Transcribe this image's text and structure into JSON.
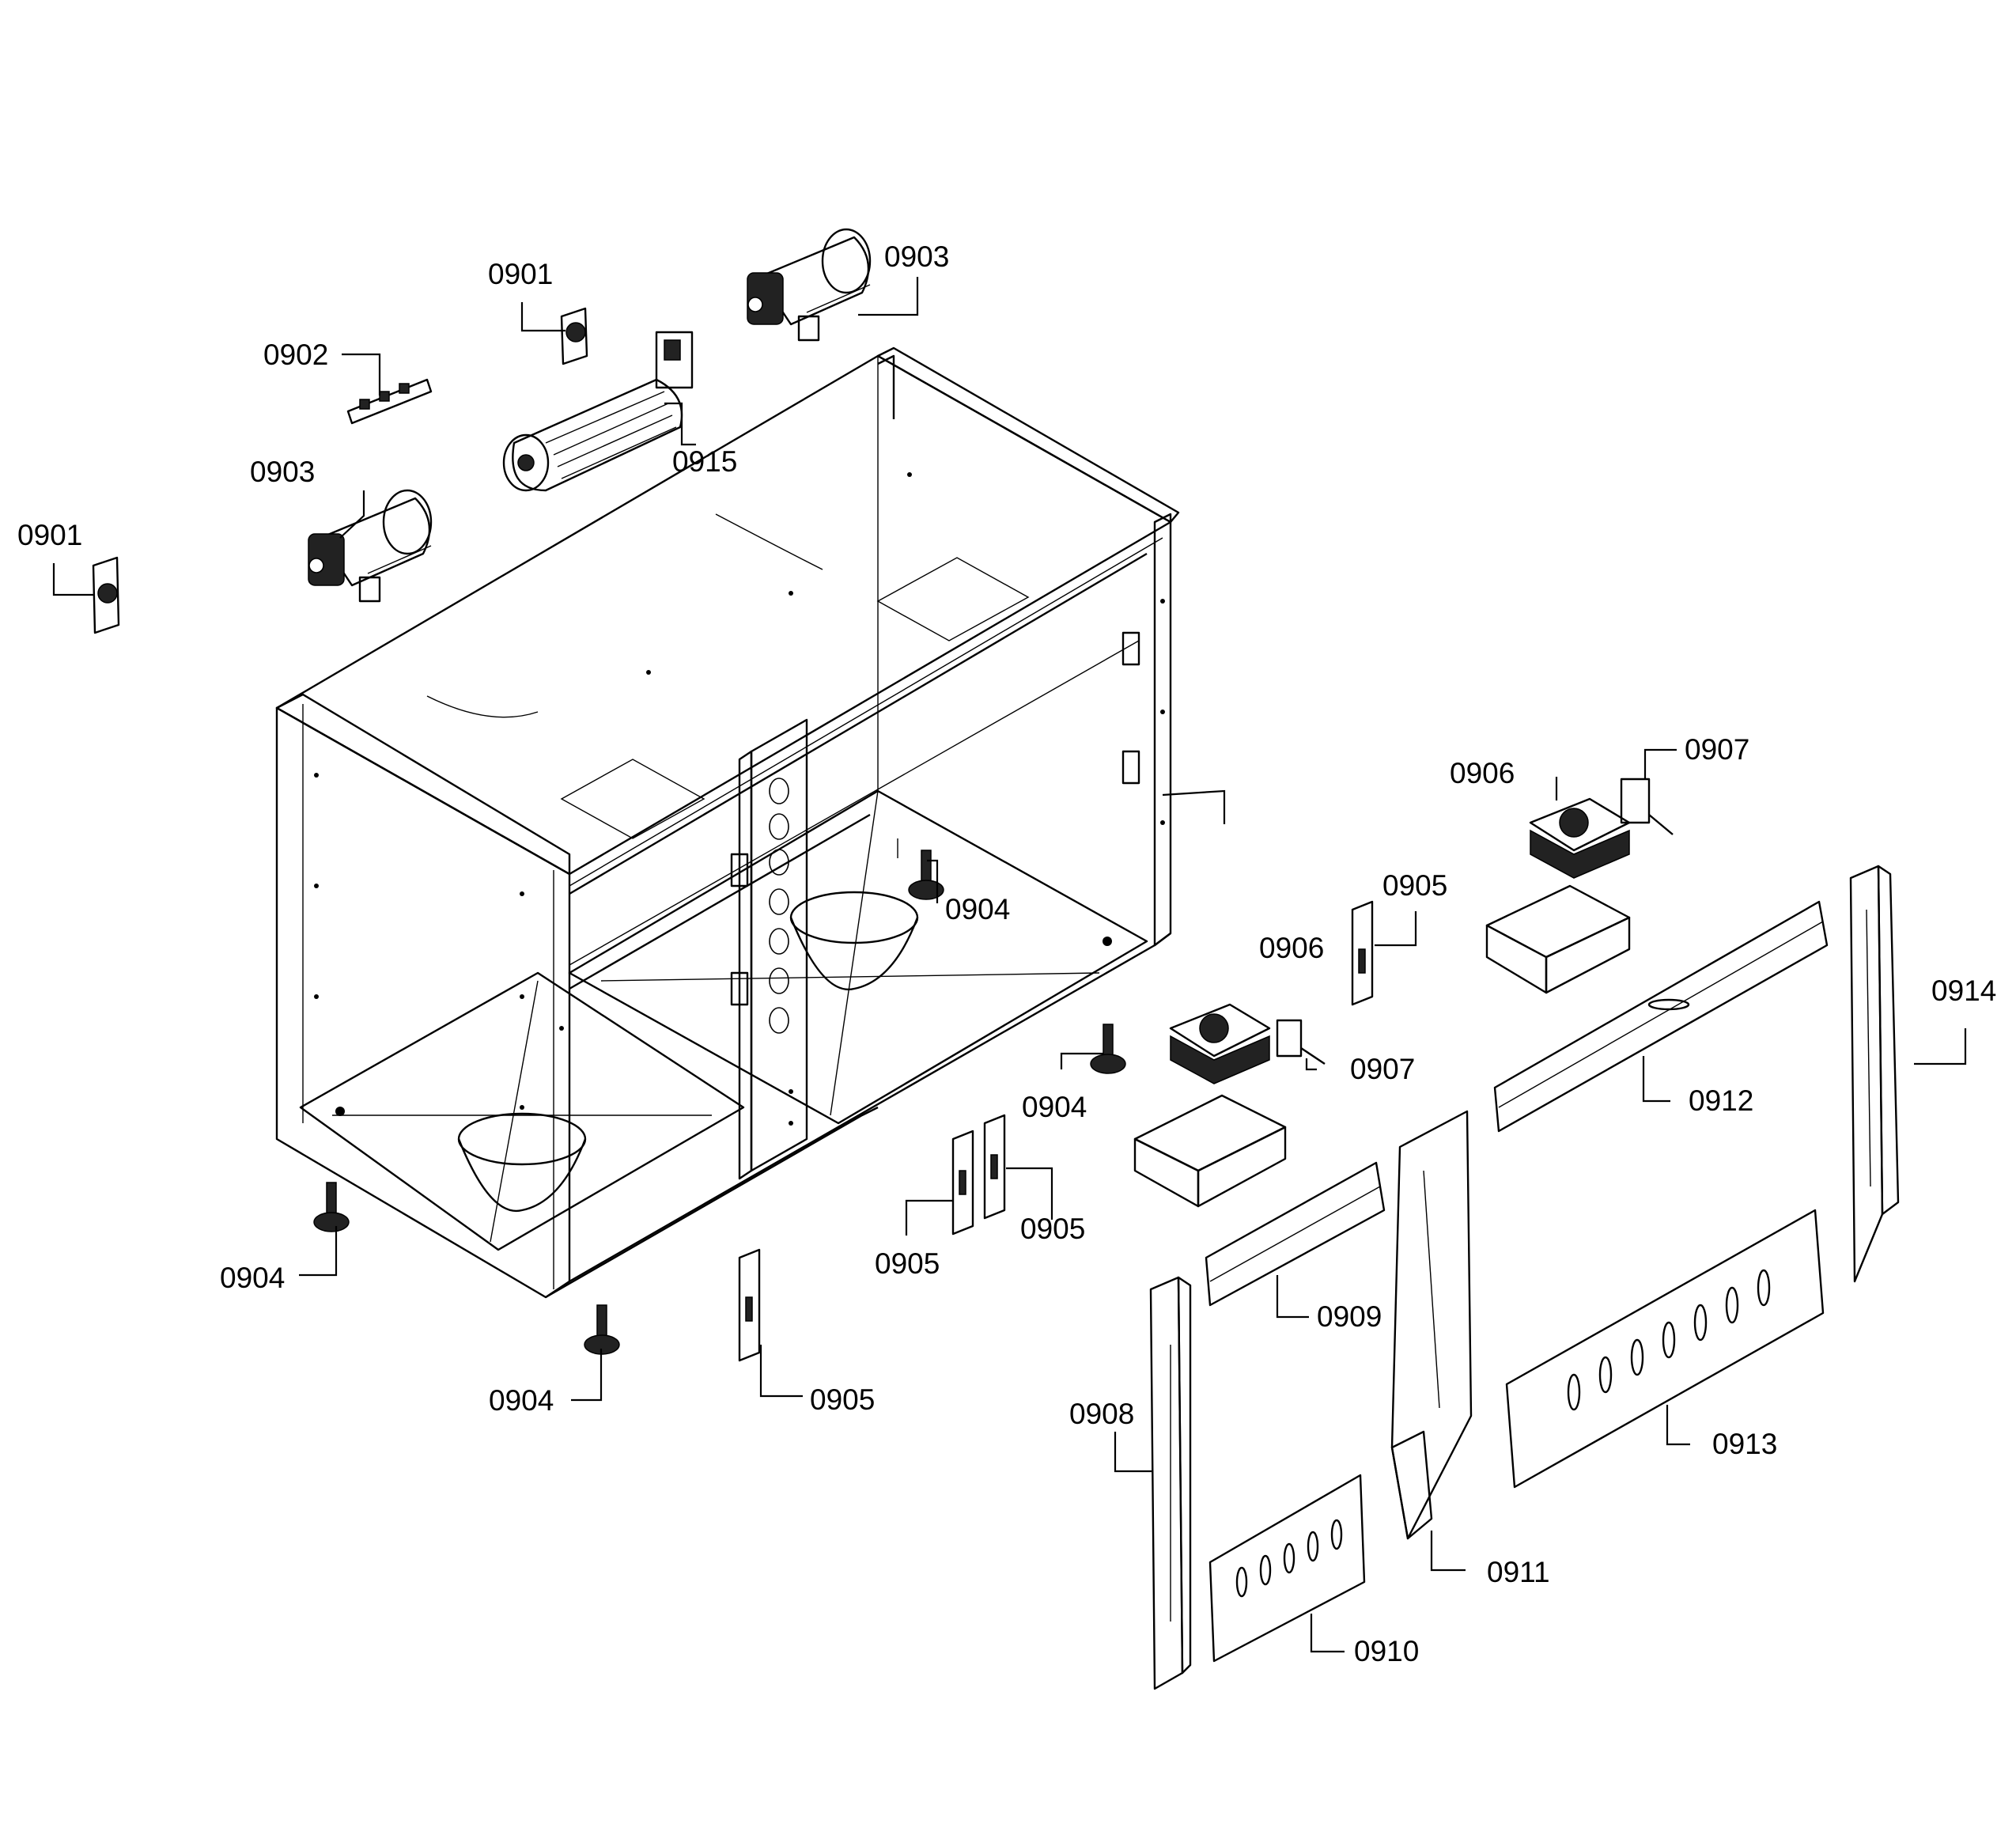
{
  "callouts": [
    {
      "id": "c1",
      "label": "0901"
    },
    {
      "id": "c2",
      "label": "0901"
    },
    {
      "id": "c3",
      "label": "0902"
    },
    {
      "id": "c4",
      "label": "0903"
    },
    {
      "id": "c5",
      "label": "0903"
    },
    {
      "id": "c6",
      "label": "0915"
    },
    {
      "id": "c7",
      "label": "0904"
    },
    {
      "id": "c8",
      "label": "0904"
    },
    {
      "id": "c9",
      "label": "0904"
    },
    {
      "id": "c10",
      "label": "0904"
    },
    {
      "id": "c11",
      "label": "0905"
    },
    {
      "id": "c12",
      "label": "0905"
    },
    {
      "id": "c13",
      "label": "0905"
    },
    {
      "id": "c14",
      "label": "0905"
    },
    {
      "id": "c15",
      "label": "0906"
    },
    {
      "id": "c16",
      "label": "0906"
    },
    {
      "id": "c17",
      "label": "0907"
    },
    {
      "id": "c18",
      "label": "0907"
    },
    {
      "id": "c19",
      "label": "0908"
    },
    {
      "id": "c20",
      "label": "0909"
    },
    {
      "id": "c21",
      "label": "0910"
    },
    {
      "id": "c22",
      "label": "0911"
    },
    {
      "id": "c23",
      "label": "0912"
    },
    {
      "id": "c24",
      "label": "0913"
    },
    {
      "id": "c25",
      "label": "0914"
    }
  ]
}
